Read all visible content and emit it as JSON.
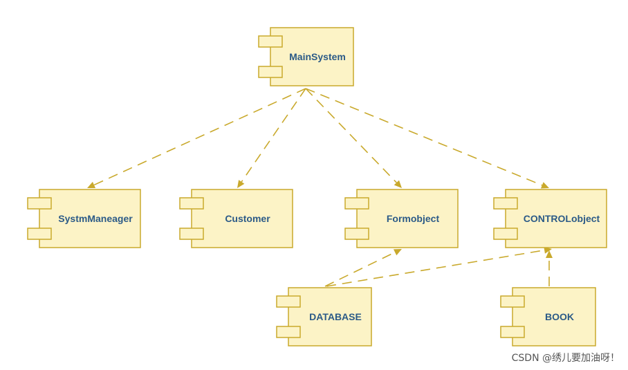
{
  "colors": {
    "component_fill": "#fcf3c6",
    "component_stroke": "#c9a92c",
    "label_text": "#2b5a87",
    "connector": "#c9a92c"
  },
  "components": [
    {
      "id": "mainsystem",
      "label": "MainSystem"
    },
    {
      "id": "systmmaneager",
      "label": "SystmManeager"
    },
    {
      "id": "customer",
      "label": "Customer"
    },
    {
      "id": "formobject",
      "label": "Formobject"
    },
    {
      "id": "controlobject",
      "label": "CONTROLobject"
    },
    {
      "id": "database",
      "label": "DATABASE"
    },
    {
      "id": "book",
      "label": "BOOK"
    }
  ],
  "dependencies": [
    {
      "from": "mainsystem",
      "to": "systmmaneager"
    },
    {
      "from": "mainsystem",
      "to": "customer"
    },
    {
      "from": "mainsystem",
      "to": "formobject"
    },
    {
      "from": "mainsystem",
      "to": "controlobject"
    },
    {
      "from": "database",
      "to": "formobject"
    },
    {
      "from": "database",
      "to": "controlobject"
    },
    {
      "from": "book",
      "to": "controlobject"
    }
  ],
  "watermark": "CSDN @绣儿要加油呀！"
}
